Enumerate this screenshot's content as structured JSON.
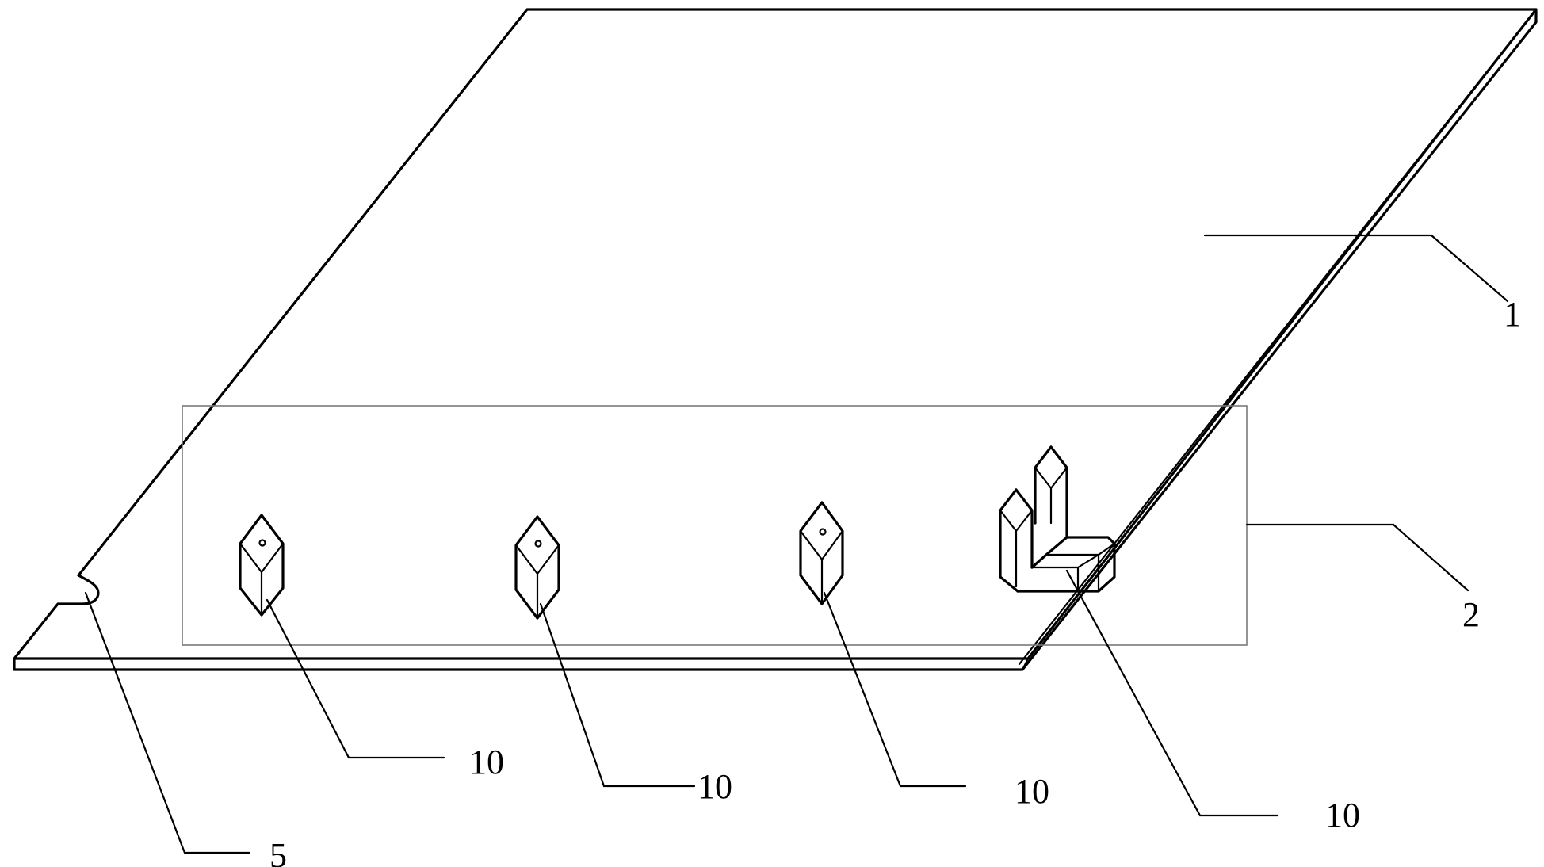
{
  "labels": {
    "plate": "1",
    "region": "2",
    "notch": "5",
    "block_a": "10",
    "block_b": "10",
    "block_c": "10",
    "block_d": "10"
  }
}
